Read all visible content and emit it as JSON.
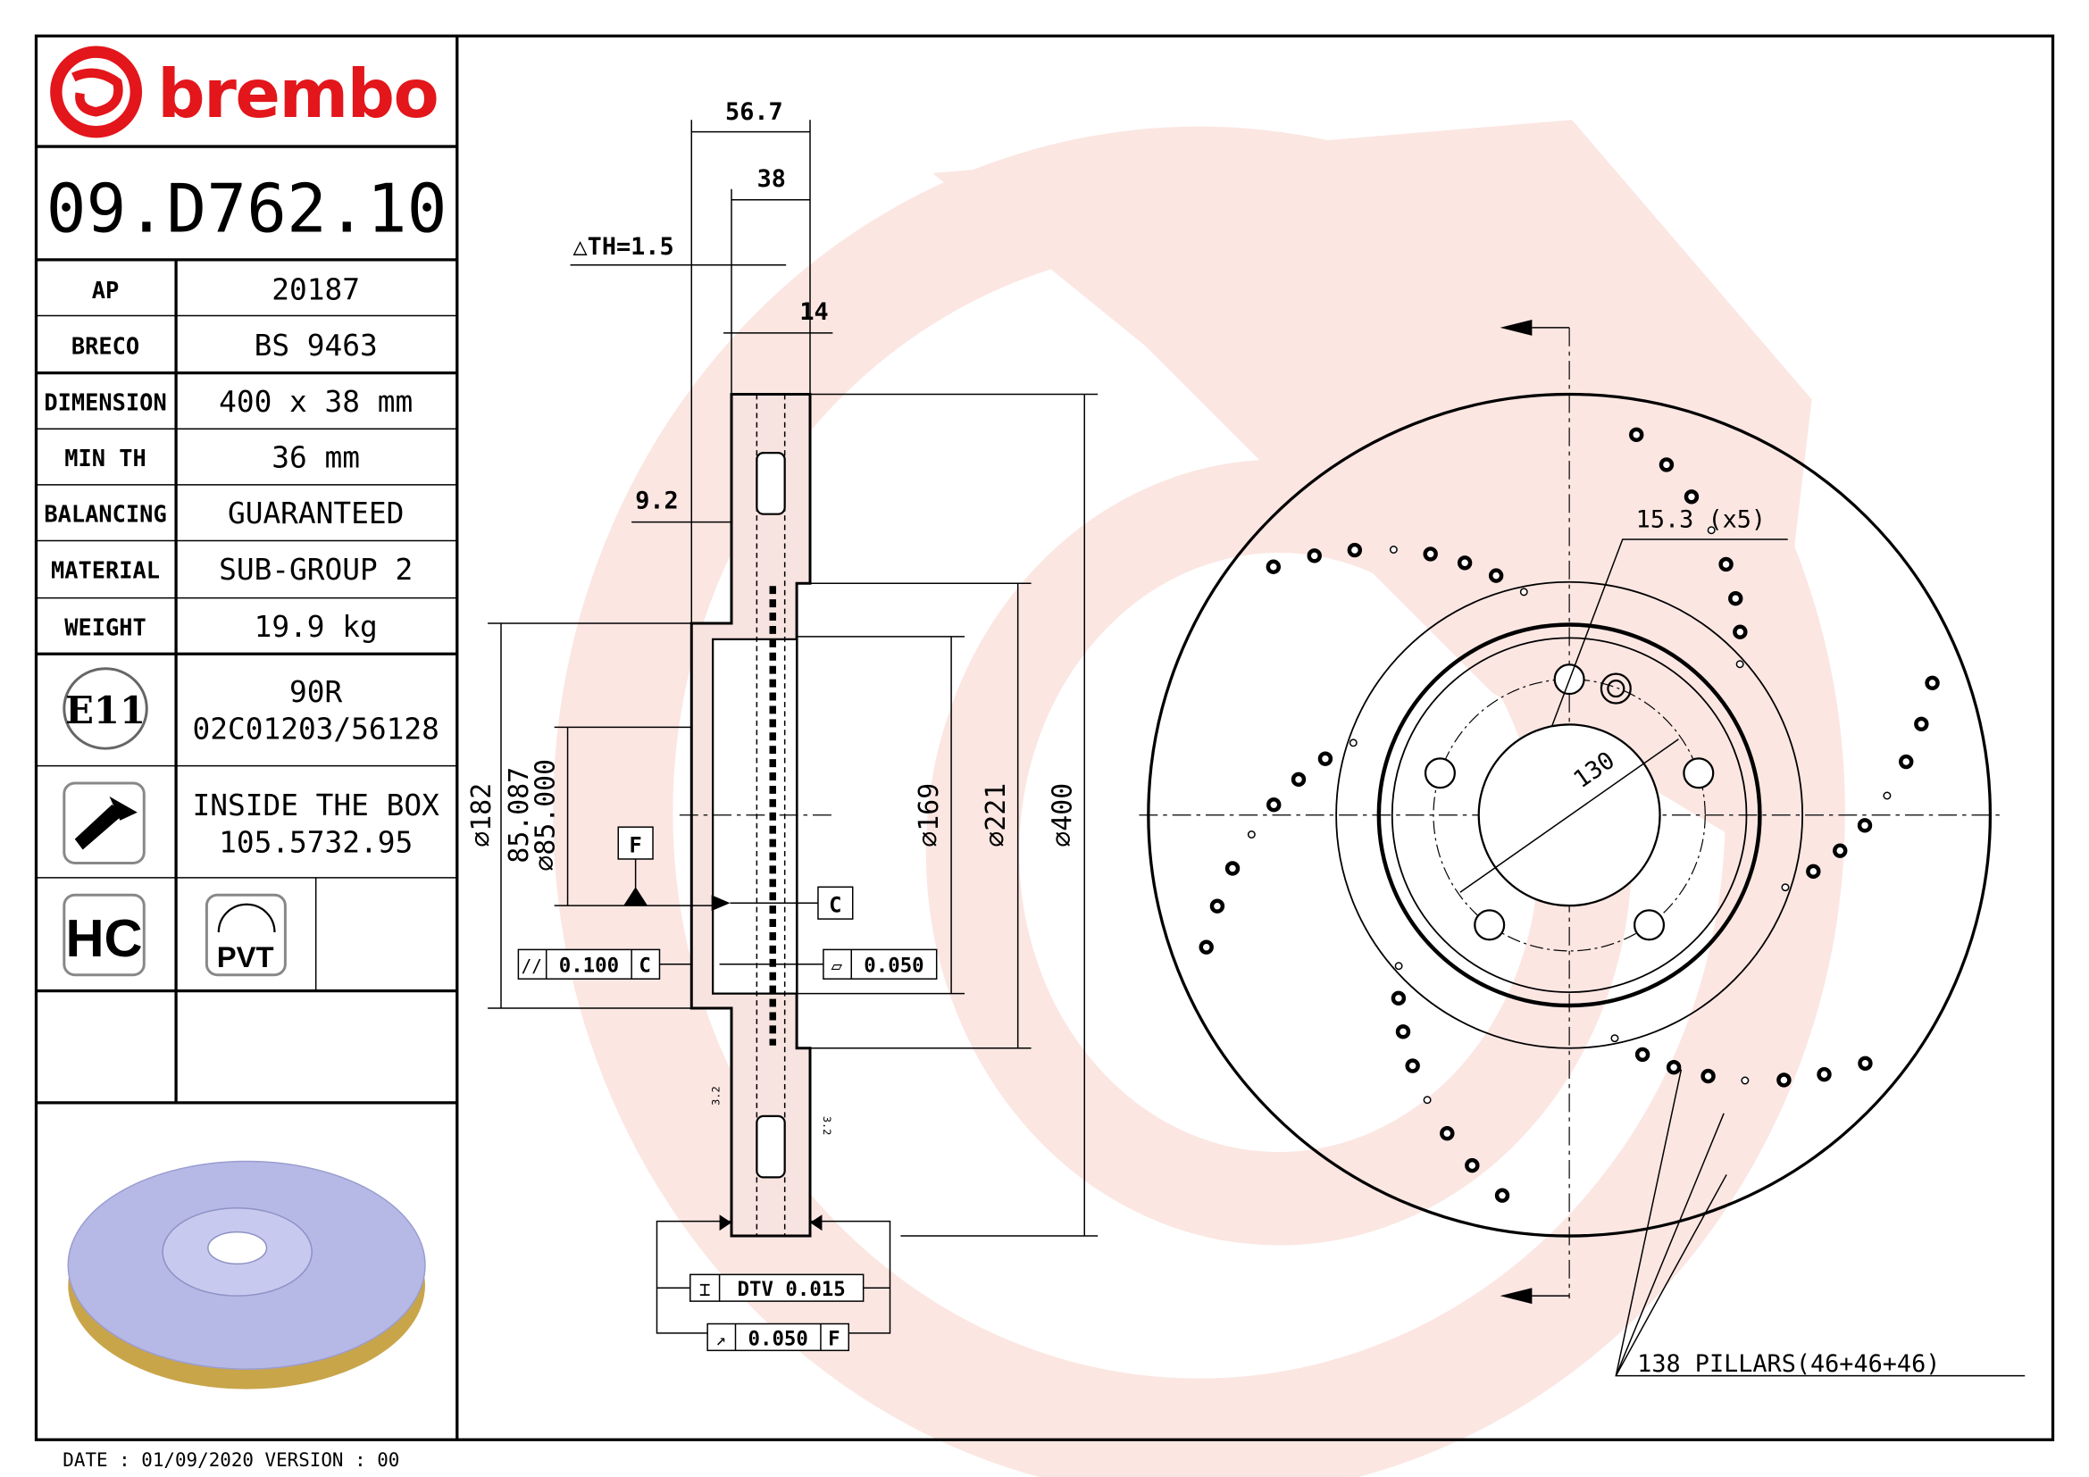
{
  "brand": {
    "name": "brembo",
    "color": "#e3161b",
    "watermark_color": "#f8dcd6"
  },
  "part_number": "09.D762.10",
  "specs": [
    {
      "label": "AP",
      "value": "20187"
    },
    {
      "label": "BRECO",
      "value": "BS 9463"
    },
    {
      "label": "DIMENSION",
      "value": "400 x 38 mm"
    },
    {
      "label": "MIN TH",
      "value": "36 mm"
    },
    {
      "label": "BALANCING",
      "value": "GUARANTEED"
    },
    {
      "label": "MATERIAL",
      "value": "SUB-GROUP 2"
    },
    {
      "label": "WEIGHT",
      "value": "19.9 kg"
    }
  ],
  "approval": {
    "badge": "E11",
    "line1": "90R",
    "line2": "02C01203/56128"
  },
  "screws": {
    "icon": "screw-icon",
    "line1": "INSIDE THE BOX",
    "line2": "105.5732.95"
  },
  "badges": {
    "hc": "HC",
    "pvt": "PVT"
  },
  "footer": "DATE : 01/09/2020 VERSION : 00",
  "section_view": {
    "overall_width": "56.7",
    "thickness": "38",
    "th_tolerance": "△TH=1.5",
    "vane_width": "14",
    "hat_offset": "9.2",
    "d_hat": "⌀182",
    "d_bore_max": "85.087",
    "d_bore_min": "⌀85.000",
    "d_169": "⌀169",
    "d_221": "⌀221",
    "d_400": "⌀400",
    "datum_f": "F",
    "datum_c": "C",
    "parallel_sym": "//",
    "parallel_val": "0.100",
    "parallel_ref": "C",
    "flat_sym": "▱",
    "flat_val": "0.050",
    "dtv_sym": "⌶",
    "dtv": "DTV 0.015",
    "runout_sym": "↗",
    "runout_val": "0.050",
    "runout_ref": "F",
    "roughness": "3.2"
  },
  "front_view": {
    "bolt_hole": "15.3 (x5)",
    "pcd": "130",
    "pillars": "138 PILLARS(46+46+46)"
  }
}
